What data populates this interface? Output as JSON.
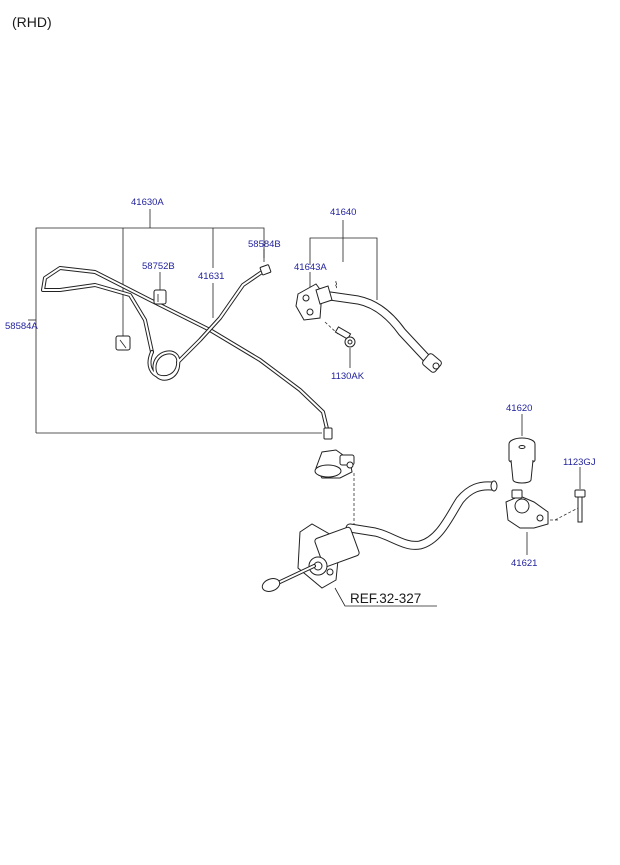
{
  "header": {
    "variant": "(RHD)"
  },
  "labels": {
    "p41630A": "41630A",
    "p58584A": "58584A",
    "p58752B": "58752B",
    "p41631": "41631",
    "p58584B": "58584B",
    "p41640": "41640",
    "p41643A": "41643A",
    "p1130AK": "1130AK",
    "p41620": "41620",
    "p1123GJ": "1123GJ",
    "p41621": "41621",
    "ref": "REF.32-327"
  },
  "colors": {
    "part_number": "#1f1f9e",
    "line": "#222222",
    "background": "#ffffff"
  }
}
